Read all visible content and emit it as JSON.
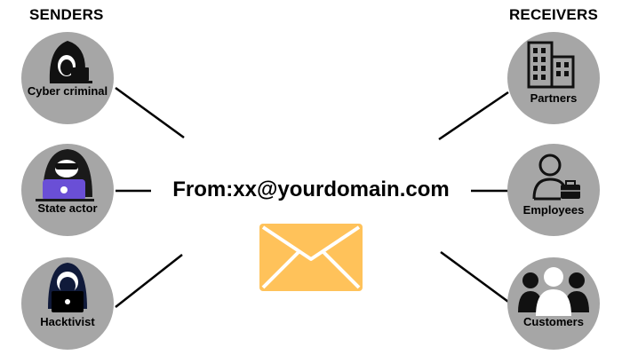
{
  "senders": {
    "heading": "SENDERS",
    "items": [
      {
        "label": "Cyber criminal",
        "icon": "hooded-hacker-laptop-icon"
      },
      {
        "label": "State actor",
        "icon": "masked-hacker-sunglasses-icon"
      },
      {
        "label": "Hacktivist",
        "icon": "hooded-hacktivist-laptop-icon"
      }
    ]
  },
  "receivers": {
    "heading": "RECEIVERS",
    "items": [
      {
        "label": "Partners",
        "icon": "office-buildings-icon"
      },
      {
        "label": "Employees",
        "icon": "person-briefcase-icon"
      },
      {
        "label": "Customers",
        "icon": "people-group-icon"
      }
    ]
  },
  "center": {
    "from_text": "From:xx@yourdomain.com",
    "icon": "envelope-icon"
  },
  "colors": {
    "node_fill": "#a6a6a6",
    "envelope": "#ffc25a",
    "envelope_fold": "#ffffff",
    "text": "#000000"
  }
}
